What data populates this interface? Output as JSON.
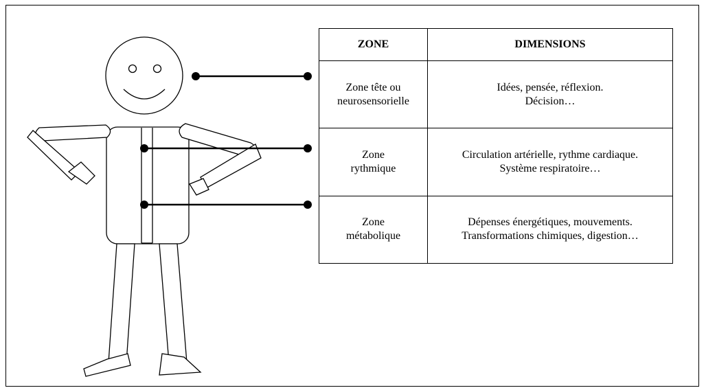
{
  "table": {
    "headers": [
      "ZONE",
      "DIMENSIONS"
    ],
    "rows": [
      {
        "zone": [
          "Zone tête ou",
          "neurosensorielle"
        ],
        "dimensions": [
          "Idées, pensée, réflexion.",
          "Décision…"
        ]
      },
      {
        "zone": [
          "Zone",
          "rythmique"
        ],
        "dimensions": [
          "Circulation artérielle, rythme cardiaque.",
          "Système respiratoire…"
        ]
      },
      {
        "zone": [
          "Zone",
          "métabolique"
        ],
        "dimensions": [
          "Dépenses énergétiques, mouvements.",
          "Transformations chimiques, digestion…"
        ]
      }
    ]
  }
}
